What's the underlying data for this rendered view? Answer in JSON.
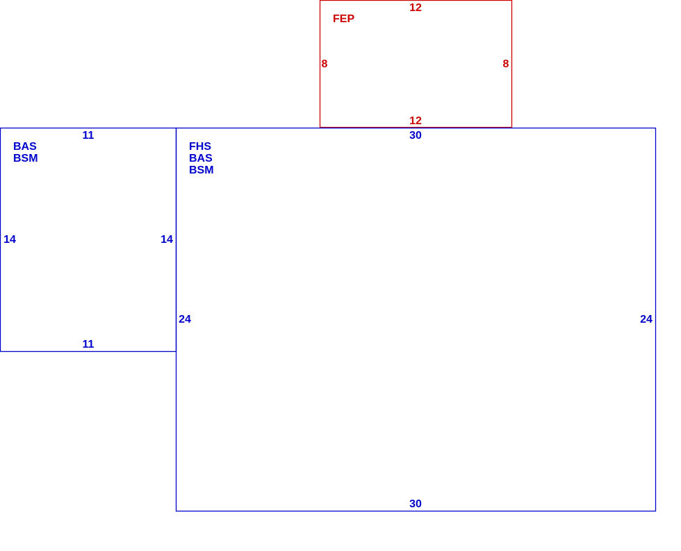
{
  "colors": {
    "porch": "#cc0000",
    "main": "#0000cc",
    "background": "#ffffff"
  },
  "areas": {
    "porch": {
      "labels": [
        "FEP"
      ],
      "dims": {
        "top": "12",
        "bottom": "12",
        "left": "8",
        "right": "8"
      }
    },
    "left_wing": {
      "labels": [
        "BAS",
        "BSM"
      ],
      "dims": {
        "top": "11",
        "bottom": "11",
        "left": "14",
        "right": "14"
      }
    },
    "main_house": {
      "labels": [
        "FHS",
        "BAS",
        "BSM"
      ],
      "dims": {
        "top": "30",
        "bottom": "30",
        "left": "24",
        "right": "24"
      }
    }
  }
}
